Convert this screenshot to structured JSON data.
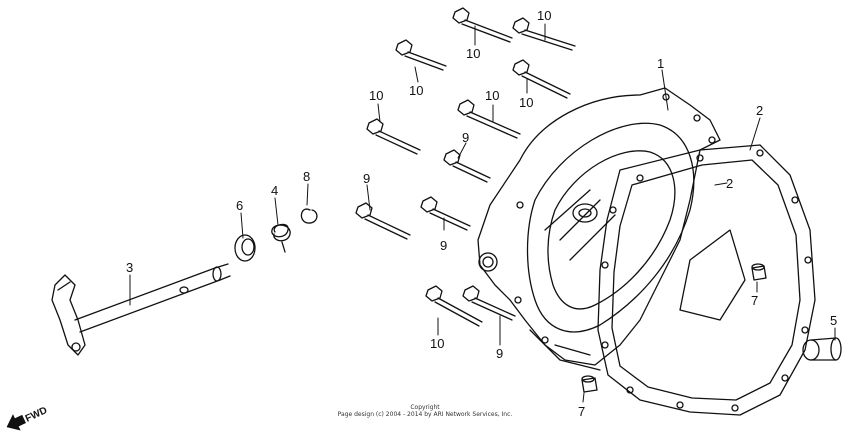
{
  "callouts": {
    "c1": "1",
    "c2a": "2",
    "c2b": "2",
    "c3": "3",
    "c4": "4",
    "c5": "5",
    "c6": "6",
    "c7a": "7",
    "c7b": "7",
    "c8": "8",
    "c9a": "9",
    "c9b": "9",
    "c9c": "9",
    "c9d": "9",
    "c10a": "10",
    "c10b": "10",
    "c10c": "10",
    "c10d": "10",
    "c10e": "10",
    "c10f": "10",
    "c10g": "10"
  },
  "fwd_label": "FWD",
  "footer": {
    "line1": "Copyright",
    "line2": "Page design (c) 2004 - 2014 by ARI Network Services, Inc."
  },
  "colors": {
    "line": "#111111",
    "background": "#ffffff"
  }
}
